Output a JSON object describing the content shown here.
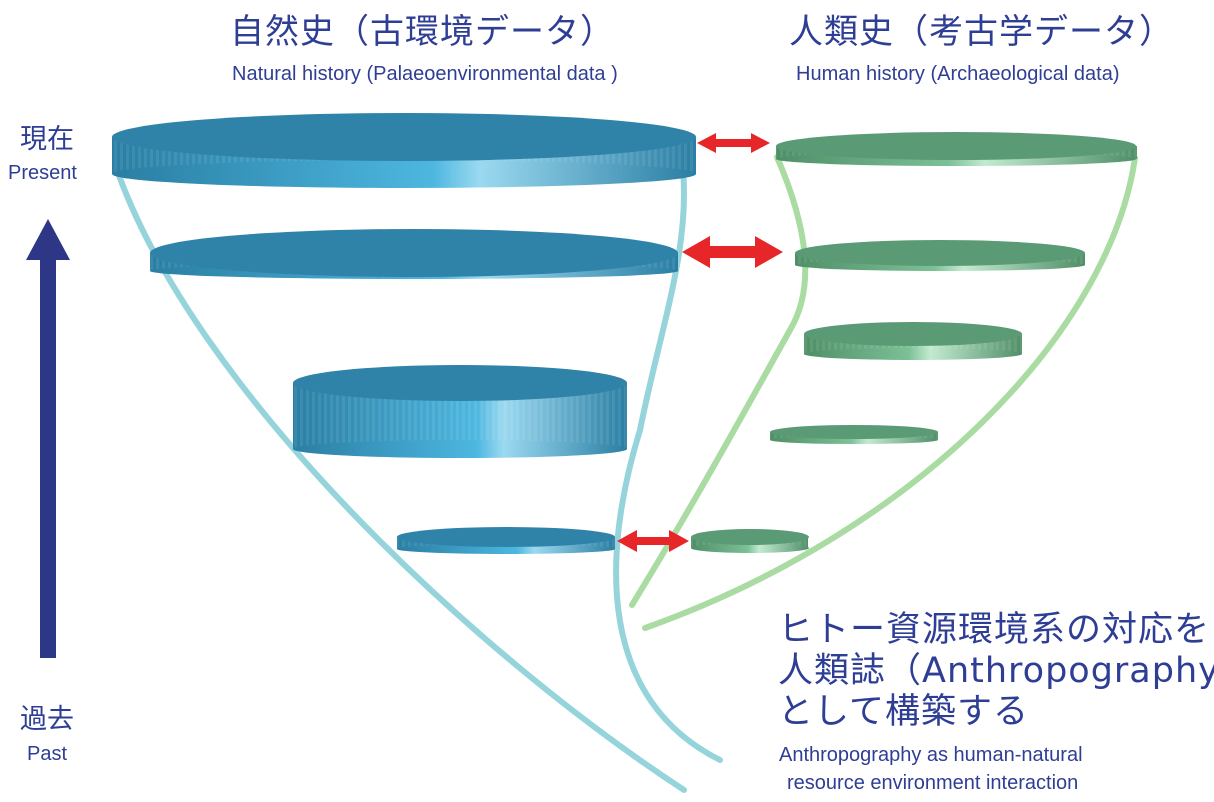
{
  "natural": {
    "title_jp": "自然史（古環境データ）",
    "title_en": "Natural history (Palaeoenvironmental data )",
    "color": "#2f83a8",
    "light_color": "#7fd3ef",
    "line_color": "#96d4dc"
  },
  "human": {
    "title_jp": "人類史（考古学データ）",
    "title_en": "Human history (Archaeological data)",
    "color": "#5a9a74",
    "light_color": "#b8e2c7",
    "line_color": "#a9dba2"
  },
  "timeline": {
    "present_jp": "現在",
    "present_en": "Present",
    "past_jp": "過去",
    "past_en": "Past",
    "arrow_color": "#2e3686"
  },
  "interaction": {
    "arrow_color": "#e7262a"
  },
  "description": {
    "jp_line1": "ヒトー資源環境系の対応を",
    "jp_line2": "人類誌（Anthropography）",
    "jp_line3": "として構築する",
    "en_line1": "Anthropography as human-natural",
    "en_line2": "resource environment interaction"
  }
}
